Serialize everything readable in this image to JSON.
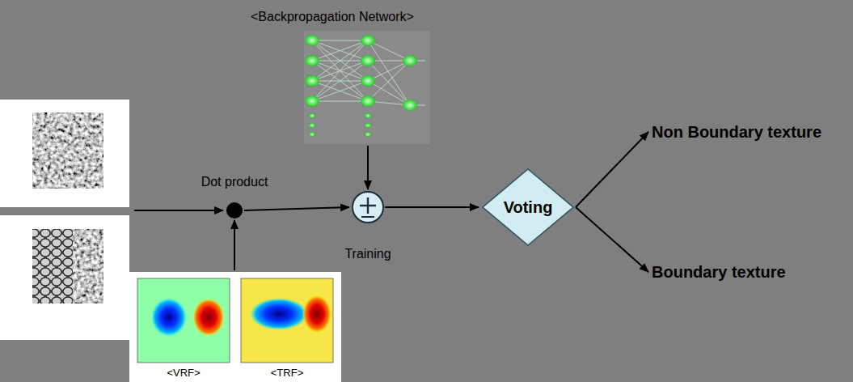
{
  "diagram": {
    "nodes": [
      {
        "text": [
          "Dot product"
        ]
      },
      {
        "text": [
          "Training"
        ]
      },
      {
        "text": [
          "Voting"
        ]
      },
      {
        "text": [
          "Non Boundary texture"
        ]
      },
      {
        "text": [
          "Boundary texture"
        ]
      }
    ],
    "edges": [
      {
        "from": 0,
        "to": 1,
        "arrow": "to"
      },
      {
        "from": 1,
        "to": 2,
        "arrow": "to"
      },
      {
        "from": 2,
        "to": 3,
        "arrow": "to"
      },
      {
        "from": 2,
        "to": 4,
        "arrow": "to"
      }
    ],
    "labels": [
      "<Backpropagation Network>",
      "<VRF>",
      "<TRF>"
    ]
  }
}
